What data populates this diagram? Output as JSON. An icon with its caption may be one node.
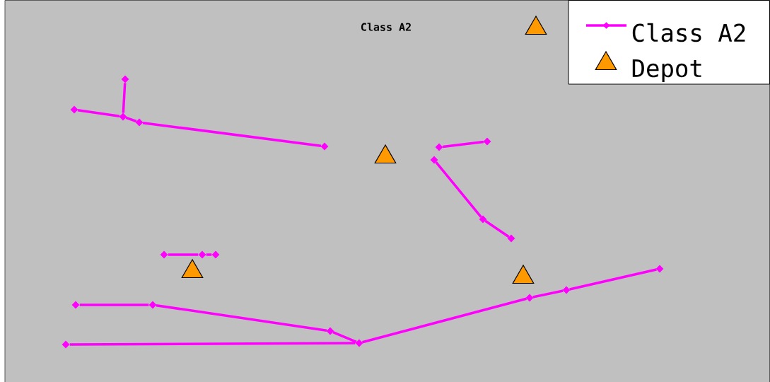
{
  "diagram": {
    "title": "Class A2",
    "nodes": [
      {
        "text": [],
        "shape": "diamond"
      },
      {
        "text": [],
        "shape": "diamond"
      },
      {
        "text": [],
        "shape": "diamond"
      },
      {
        "text": [],
        "shape": "diamond"
      },
      {
        "text": [],
        "shape": "diamond"
      },
      {
        "text": [],
        "shape": "diamond"
      },
      {
        "text": [],
        "shape": "diamond"
      },
      {
        "text": [],
        "shape": "diamond"
      },
      {
        "text": [],
        "shape": "diamond"
      },
      {
        "text": [],
        "shape": "diamond"
      },
      {
        "text": [],
        "shape": "diamond"
      },
      {
        "text": [],
        "shape": "diamond"
      },
      {
        "text": [],
        "shape": "diamond"
      },
      {
        "text": [],
        "shape": "diamond"
      },
      {
        "text": [],
        "shape": "diamond"
      },
      {
        "text": [],
        "shape": "diamond"
      },
      {
        "text": [],
        "shape": "diamond"
      },
      {
        "text": [],
        "shape": "diamond"
      },
      {
        "text": [],
        "shape": "diamond"
      },
      {
        "text": [],
        "shape": "diamond"
      },
      {
        "text": [],
        "shape": "diamond"
      },
      {
        "text": [],
        "shape": "triangle"
      },
      {
        "text": [],
        "shape": "triangle"
      },
      {
        "text": [],
        "shape": "triangle"
      },
      {
        "text": [],
        "shape": "triangle"
      }
    ],
    "edges": [
      {
        "from": 0,
        "to": 2,
        "arrow": "none"
      },
      {
        "from": 2,
        "to": 1,
        "arrow": "none"
      },
      {
        "from": 2,
        "to": 3,
        "arrow": "none"
      },
      {
        "from": 3,
        "to": 4,
        "arrow": "none"
      },
      {
        "from": 5,
        "to": 6,
        "arrow": "none"
      },
      {
        "from": 7,
        "to": 8,
        "arrow": "none"
      },
      {
        "from": 8,
        "to": 9,
        "arrow": "none"
      },
      {
        "from": 10,
        "to": 11,
        "arrow": "none"
      },
      {
        "from": 11,
        "to": 12,
        "arrow": "none"
      },
      {
        "from": 13,
        "to": 14,
        "arrow": "none"
      },
      {
        "from": 14,
        "to": 15,
        "arrow": "none"
      },
      {
        "from": 15,
        "to": 16,
        "arrow": "none"
      },
      {
        "from": 17,
        "to": 16,
        "arrow": "none"
      },
      {
        "from": 16,
        "to": 18,
        "arrow": "none"
      },
      {
        "from": 18,
        "to": 19,
        "arrow": "none"
      },
      {
        "from": 19,
        "to": 20,
        "arrow": "none"
      }
    ],
    "legend": [
      {
        "text": "Class A2"
      },
      {
        "text": "Depot"
      }
    ]
  }
}
